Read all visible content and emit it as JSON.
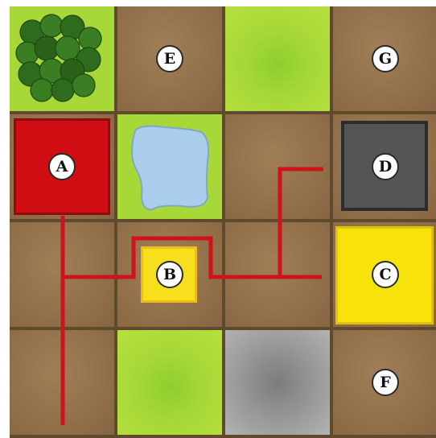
{
  "grid": {
    "rows": 4,
    "cols": 4,
    "cells": [
      {
        "row": 0,
        "col": 0,
        "terrain": "forest",
        "label": ""
      },
      {
        "row": 0,
        "col": 1,
        "terrain": "dirt",
        "label": "E"
      },
      {
        "row": 0,
        "col": 2,
        "terrain": "grass",
        "label": ""
      },
      {
        "row": 0,
        "col": 3,
        "terrain": "dirt",
        "label": "G"
      },
      {
        "row": 1,
        "col": 0,
        "terrain": "red-building",
        "label": "A"
      },
      {
        "row": 1,
        "col": 1,
        "terrain": "lake",
        "label": ""
      },
      {
        "row": 1,
        "col": 2,
        "terrain": "dirt",
        "label": ""
      },
      {
        "row": 1,
        "col": 3,
        "terrain": "dark-building",
        "label": "D"
      },
      {
        "row": 2,
        "col": 0,
        "terrain": "dirt",
        "label": ""
      },
      {
        "row": 2,
        "col": 1,
        "terrain": "dirt-yellow-plot",
        "label": "B"
      },
      {
        "row": 2,
        "col": 2,
        "terrain": "dirt",
        "label": ""
      },
      {
        "row": 2,
        "col": 3,
        "terrain": "yellow-building",
        "label": "C"
      },
      {
        "row": 3,
        "col": 0,
        "terrain": "dirt",
        "label": ""
      },
      {
        "row": 3,
        "col": 1,
        "terrain": "grass",
        "label": ""
      },
      {
        "row": 3,
        "col": 2,
        "terrain": "gray-stone",
        "label": ""
      },
      {
        "row": 3,
        "col": 3,
        "terrain": "dirt",
        "label": "F"
      }
    ]
  },
  "colors": {
    "path": "#d0121b",
    "dirt": "#8f6d48",
    "grass": "#a7d838",
    "red_building": "#d10d14",
    "dark_building": "#555555",
    "yellow_building": "#f7e20c",
    "lake": "#a9cdea"
  },
  "icons": [
    "forest-icon",
    "lake-icon"
  ]
}
